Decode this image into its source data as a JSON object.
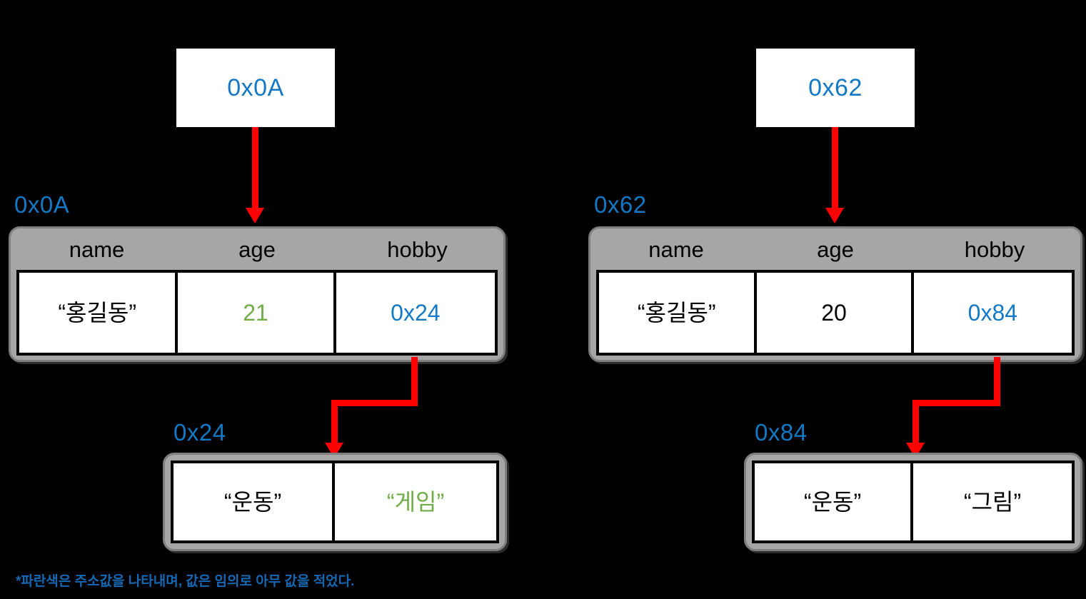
{
  "diagram": {
    "title": "struct pointer memory layout",
    "colors": {
      "address_blue": "#1379c4",
      "value_green": "#70ad47",
      "arrow_red": "#ff0000",
      "block_gray": "#a6a6a6",
      "block_border_gray": "#7f7f7f",
      "background": "#000000",
      "cell_white": "#ffffff",
      "text_black": "#000000",
      "footnote_blue": "#1668b3"
    },
    "footnote": "*파란색은 주소값을 나타내며, 값은 임의로 아무 값을 적었다."
  },
  "left": {
    "pointer_box": {
      "value": "0x0A"
    },
    "struct": {
      "address_label": "0x0A",
      "headers": [
        "name",
        "age",
        "hobby"
      ],
      "cells": [
        {
          "value": "“홍길동”",
          "color": "black"
        },
        {
          "value": "21",
          "color": "green"
        },
        {
          "value": "0x24",
          "color": "blue"
        }
      ]
    },
    "hobby_array": {
      "address_label": "0x24",
      "cells": [
        {
          "value": "“운동”",
          "color": "black"
        },
        {
          "value": "“게임”",
          "color": "green"
        }
      ]
    }
  },
  "right": {
    "pointer_box": {
      "value": "0x62"
    },
    "struct": {
      "address_label": "0x62",
      "headers": [
        "name",
        "age",
        "hobby"
      ],
      "cells": [
        {
          "value": "“홍길동”",
          "color": "black"
        },
        {
          "value": "20",
          "color": "black"
        },
        {
          "value": "0x84",
          "color": "blue"
        }
      ]
    },
    "hobby_array": {
      "address_label": "0x84",
      "cells": [
        {
          "value": "“운동”",
          "color": "black"
        },
        {
          "value": "“그림”",
          "color": "black"
        }
      ]
    }
  }
}
